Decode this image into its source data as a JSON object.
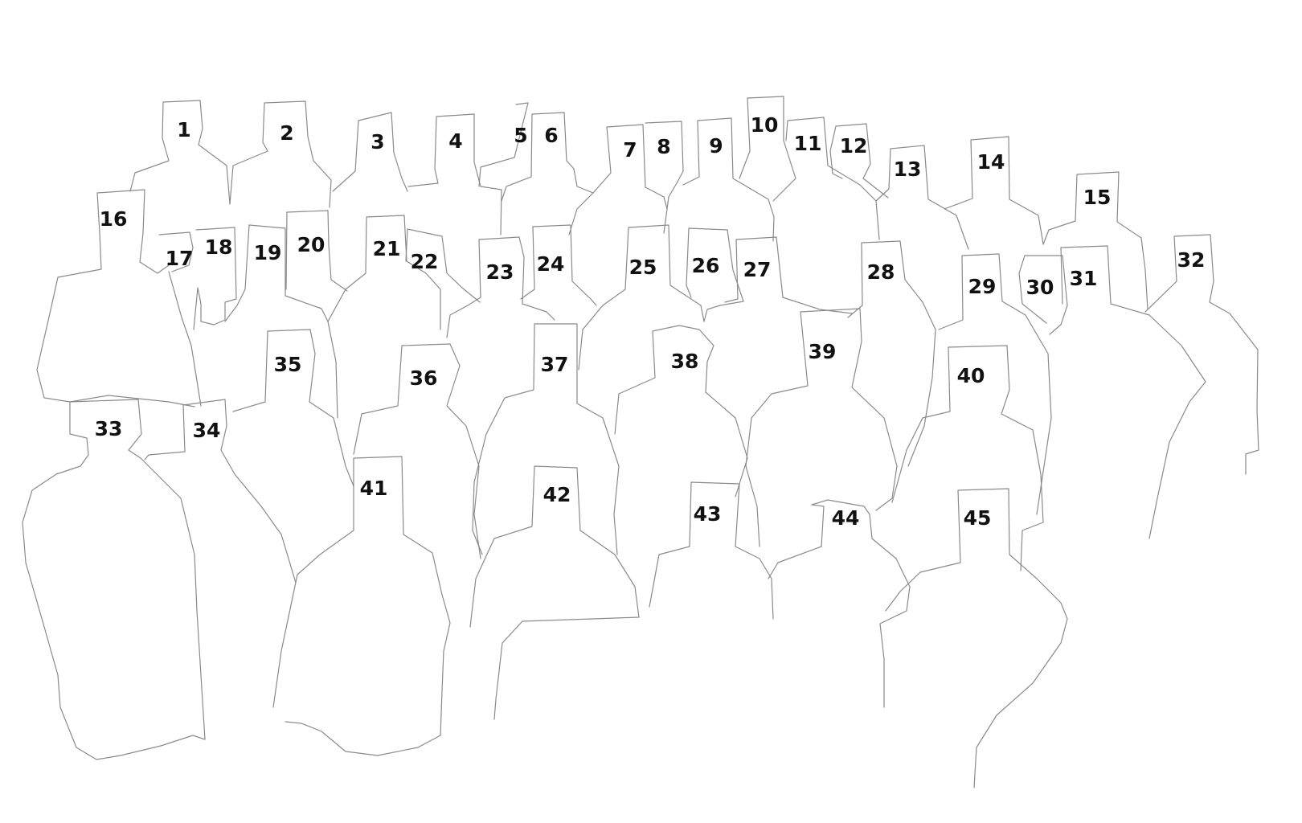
{
  "diagram": {
    "labels": [
      "1",
      "2",
      "3",
      "4",
      "5",
      "6",
      "7",
      "8",
      "9",
      "10",
      "11",
      "12",
      "13",
      "14",
      "15",
      "16",
      "17",
      "18",
      "19",
      "20",
      "21",
      "22",
      "23",
      "24",
      "25",
      "26",
      "27",
      "28",
      "29",
      "30",
      "31",
      "32",
      "33",
      "34",
      "35",
      "36",
      "37",
      "38",
      "39",
      "40",
      "41",
      "42",
      "43",
      "44",
      "45"
    ]
  }
}
